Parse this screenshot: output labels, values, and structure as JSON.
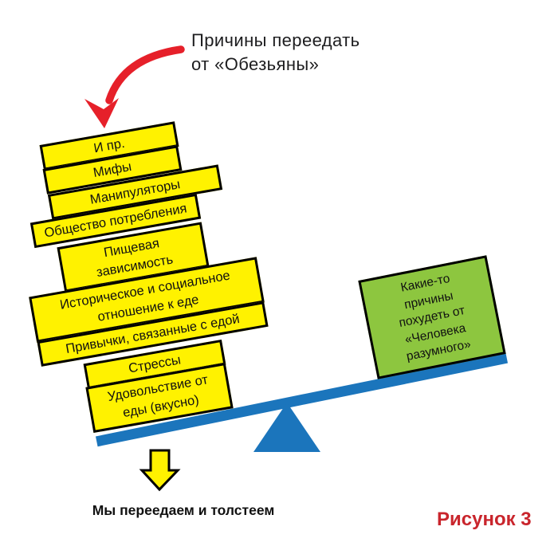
{
  "figure": {
    "title": "Причины переедать\nот «Обезьяны»",
    "left_stack": {
      "blocks": [
        {
          "label": "И пр."
        },
        {
          "label": "Мифы"
        },
        {
          "label": "Манипуляторы"
        },
        {
          "label": "Общество потребления"
        },
        {
          "label": "Пищевая\nзависимость"
        },
        {
          "label": "Историческое и социальное\nотношение к еде"
        },
        {
          "label": "Привычки, связанные с едой"
        },
        {
          "label": "Стрессы"
        },
        {
          "label": "Удовольствие от\nеды (вкусно)"
        }
      ]
    },
    "right_block": {
      "label": "Какие-то\nпричины\nпохудеть от\n«Человека\nразумного»"
    },
    "caption": "Мы переедаем и толстеем",
    "figure_label": "Рисунок 3",
    "icons": {
      "red_arrow": "red-curved-arrow-icon",
      "yellow_arrow": "yellow-down-arrow-icon"
    },
    "colors": {
      "block_yellow": "#FFF200",
      "block_green": "#8DC63F",
      "seesaw_blue": "#1B75BC",
      "arrow_red": "#E6202A",
      "label_red": "#C9252C"
    }
  }
}
